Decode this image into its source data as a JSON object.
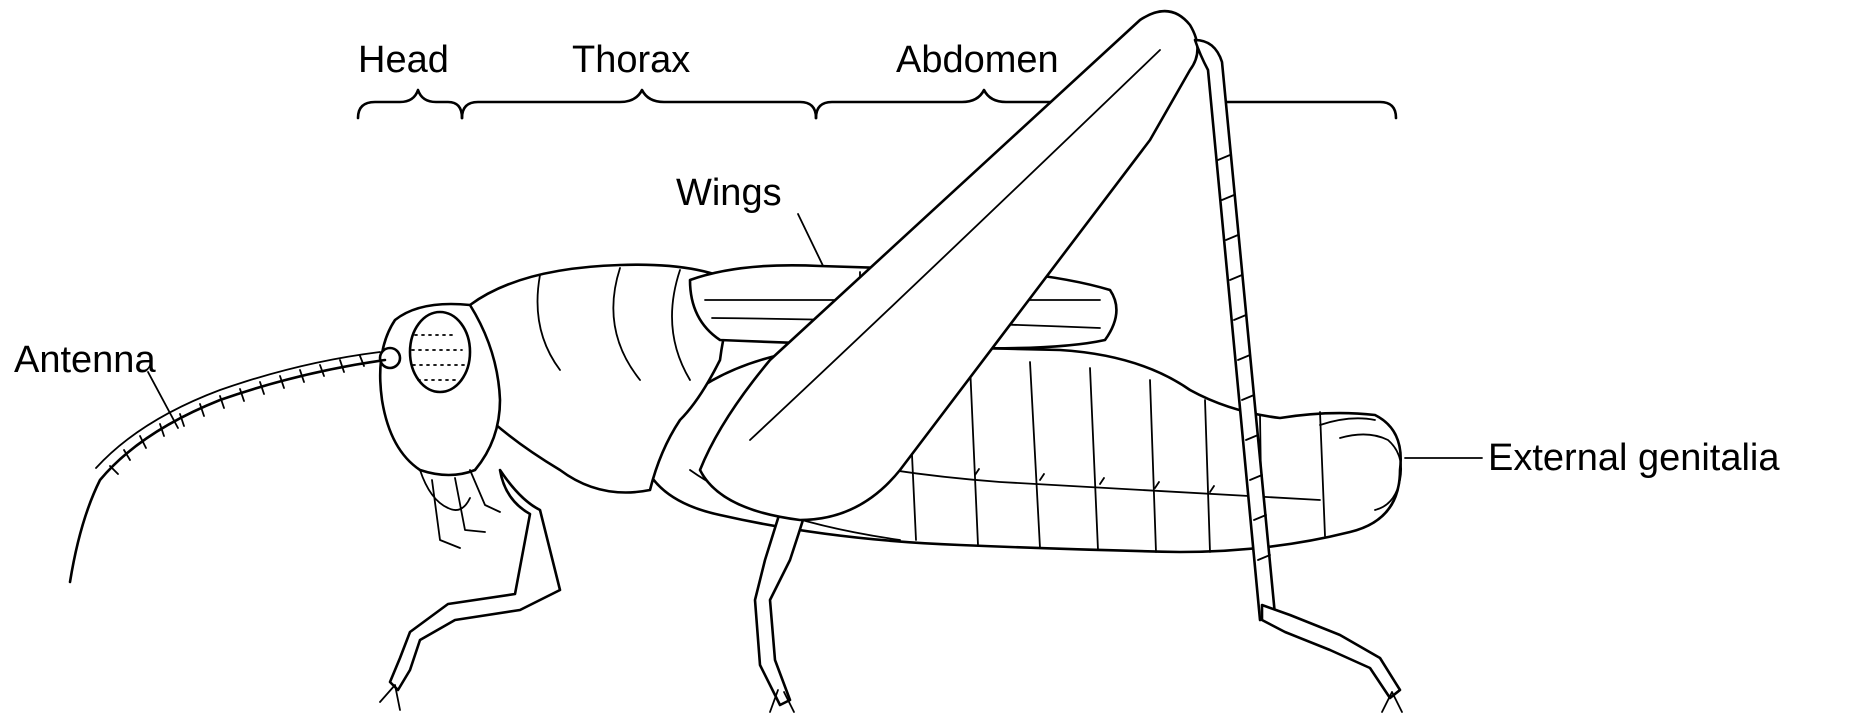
{
  "diagram": {
    "labels": {
      "head": "Head",
      "thorax": "Thorax",
      "abdomen": "Abdomen",
      "wings": "Wings",
      "antenna": "Antenna",
      "external_genitalia": "External genitalia"
    }
  }
}
